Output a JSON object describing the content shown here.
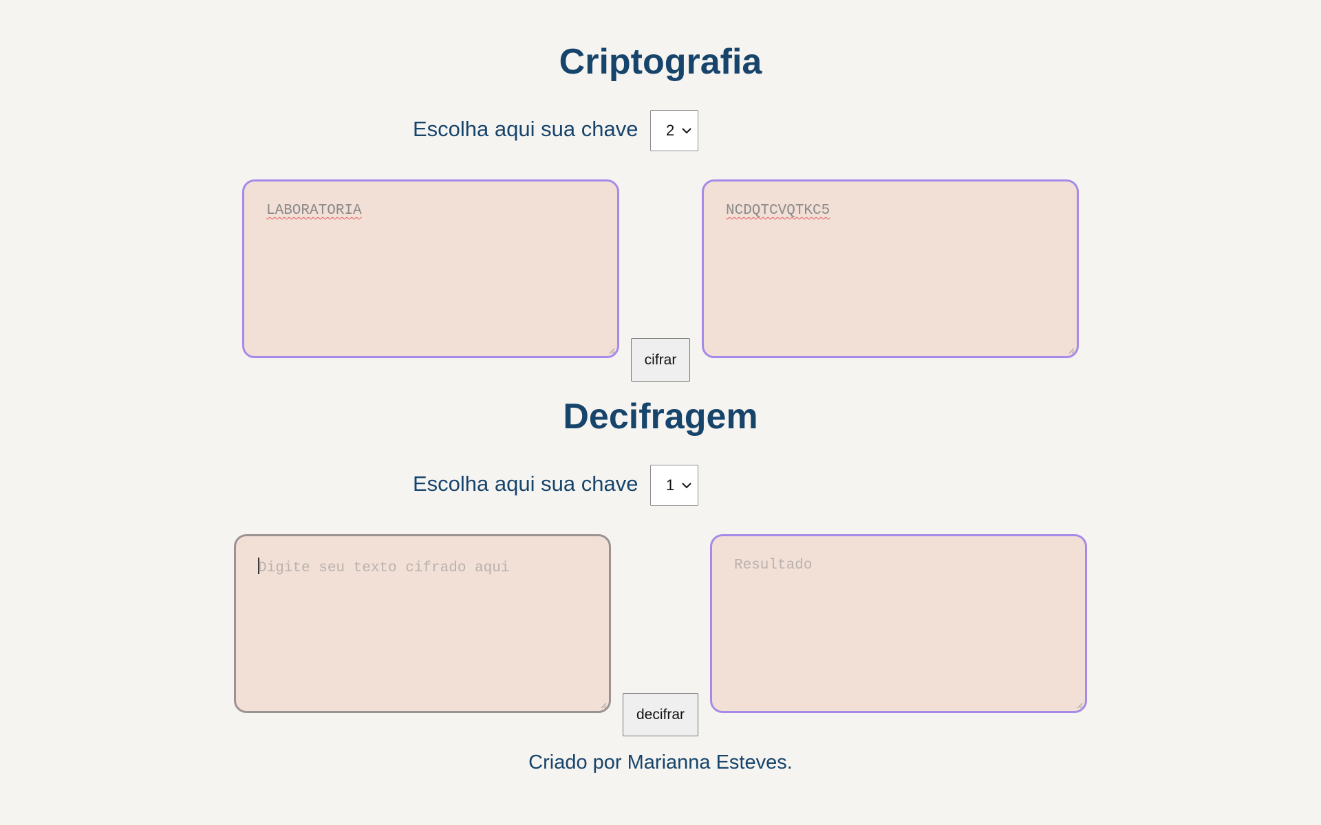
{
  "cipher": {
    "title": "Criptografia",
    "key_label": "Escolha aqui sua chave",
    "key_value": "2",
    "input_value": "LABORATORIA",
    "output_value": "NCDQTCVQTKC5",
    "button_label": "cifrar"
  },
  "decipher": {
    "title": "Decifragem",
    "key_label": "Escolha aqui sua chave",
    "key_value": "1",
    "input_placeholder": "Digite seu texto cifrado aqui",
    "output_placeholder": "Resultado",
    "button_label": "decifrar"
  },
  "footer": {
    "text": "Criado por Marianna Esteves."
  },
  "colors": {
    "background": "#f5f4f1",
    "heading": "#17446b",
    "textarea_fill": "#f2dfd6",
    "textarea_border": "#a58ae8"
  }
}
